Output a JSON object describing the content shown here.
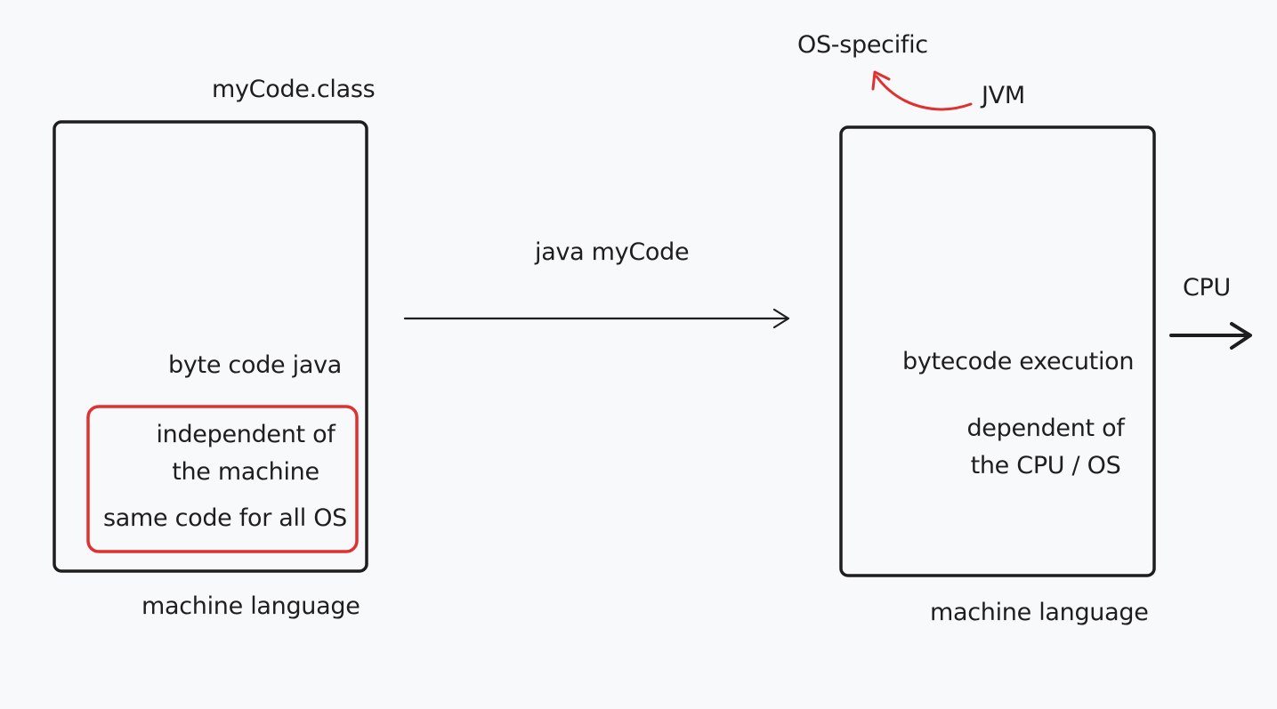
{
  "colors": {
    "ink": "#1e1e1e",
    "accent": "#e03131",
    "background": "#f8f9fb"
  },
  "left_box": {
    "filename": "myCode.class",
    "content": "byte code java",
    "highlight": {
      "line1": "independent of",
      "line2": "the machine",
      "line3": "same code for all OS"
    },
    "footer": "machine language"
  },
  "arrow_command": "java myCode",
  "right_box": {
    "runtime": "JVM",
    "runtime_note": "OS-specific",
    "content": "bytecode execution",
    "dependency": {
      "line1": "dependent of",
      "line2": "the CPU / OS"
    },
    "footer": "machine language"
  },
  "output_target": "CPU"
}
